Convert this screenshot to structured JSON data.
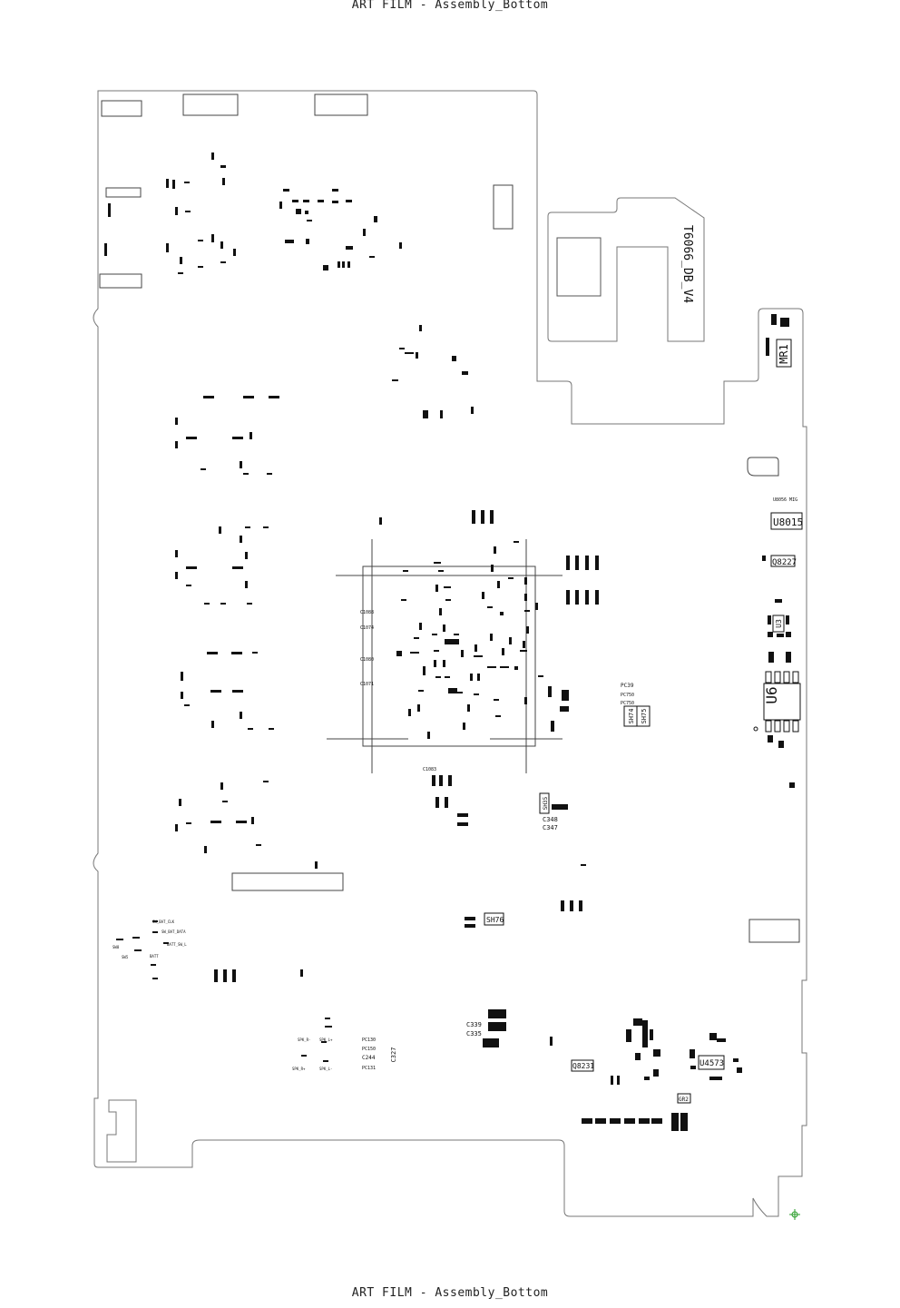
{
  "header": {
    "title": "ART FILM - Assembly_Bottom"
  },
  "footer": {
    "title": "ART FILM - Assembly_Bottom"
  },
  "board": {
    "ident": "T6066_DB_V4",
    "labels": {
      "u8015": "U8015",
      "u8015_ref": "U8056 MIG",
      "q8227": "Q8227",
      "u6": "U6",
      "u3": "U3",
      "mr1": "MR1",
      "sh74": "SH74",
      "sh75": "SH75",
      "sh76": "SH76",
      "sh35": "SH35",
      "u4573": "U4573",
      "q8231": "Q8231",
      "gr2": "GR2",
      "c348": "C348",
      "c347": "C347",
      "c339": "C339",
      "c335": "C335",
      "c327": "C327",
      "c244": "C244",
      "pc130": "PC130",
      "pc131": "PC131",
      "pc150": "PC150",
      "pc39": "PC39",
      "pc750": "PC750",
      "pc750b": "PC750",
      "c1088": "C1088",
      "c1074": "C1074",
      "c1080": "C1080",
      "c1071": "C1071",
      "c1083": "C1083",
      "spk1": "SPK_R-",
      "spk2": "SPK_R+",
      "spk3": "SPK_L-",
      "spk4": "SPK_L+",
      "sw_bat1": "SW_BAT_CLK",
      "sw_bat2": "SW_BAT_DATA",
      "sw_bat3": "BATT_SW_L",
      "batt": "BATT",
      "sw8": "SW8",
      "sw5": "SW5"
    }
  }
}
